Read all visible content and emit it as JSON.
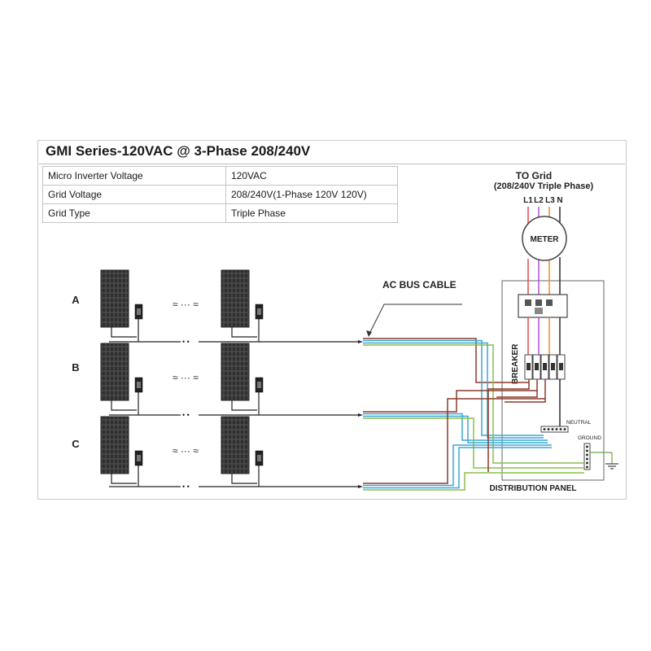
{
  "title": "GMI Series-120VAC @ 3-Phase 208/240V",
  "spec_table": [
    {
      "label": "Micro Inverter Voltage",
      "value": "120VAC"
    },
    {
      "label": "Grid  Voltage",
      "value": "208/240V(1-Phase 120V        120V)"
    },
    {
      "label": "Grid Type",
      "value": "Triple Phase"
    }
  ],
  "rows": [
    {
      "label": "A"
    },
    {
      "label": "B"
    },
    {
      "label": "C"
    }
  ],
  "ac_bus_label": "AC BUS CABLE",
  "grid": {
    "title": "TO Grid",
    "subtitle": "(208/240V Triple Phase)",
    "lines": [
      "L1",
      "L2",
      "L3",
      "N"
    ]
  },
  "meter_label": "METER",
  "breaker_label": "BREAKER",
  "neutral_label": "NEUTRAL",
  "ground_label": "GROUND",
  "panel_label": "DISTRIBUTION PANEL",
  "colors": {
    "l1": "#e5484d",
    "l2": "#b64fd6",
    "l3": "#f28c28",
    "neutral": "#2b2b2b",
    "bus_brown": "#8b3a2b",
    "bus_blue": "#3aa7d6",
    "bus_green": "#8bbf4a",
    "bus_gray": "#9a9a9a"
  }
}
